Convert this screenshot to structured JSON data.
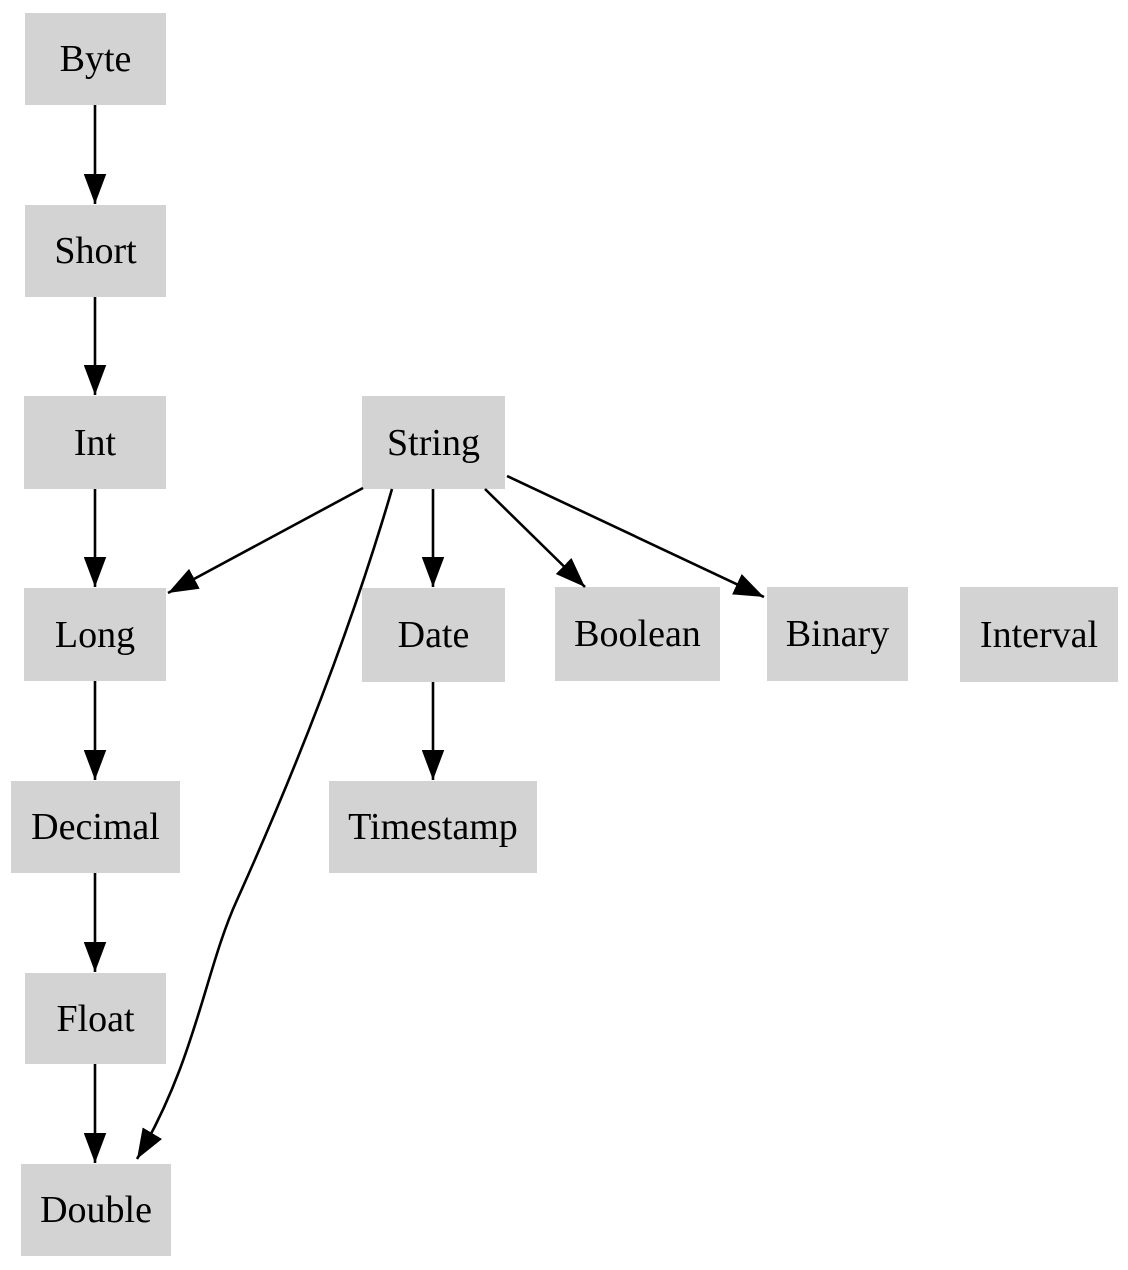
{
  "diagram": {
    "type": "directed-graph",
    "background_color": "#ffffff",
    "node_fill_color": "#d3d3d3",
    "edge_color": "#000000",
    "text_color": "#000000",
    "nodes": [
      {
        "id": "byte",
        "label": "Byte"
      },
      {
        "id": "short",
        "label": "Short"
      },
      {
        "id": "int",
        "label": "Int"
      },
      {
        "id": "long",
        "label": "Long"
      },
      {
        "id": "decimal",
        "label": "Decimal"
      },
      {
        "id": "float",
        "label": "Float"
      },
      {
        "id": "double",
        "label": "Double"
      },
      {
        "id": "string",
        "label": "String"
      },
      {
        "id": "date",
        "label": "Date"
      },
      {
        "id": "timestamp",
        "label": "Timestamp"
      },
      {
        "id": "boolean",
        "label": "Boolean"
      },
      {
        "id": "binary",
        "label": "Binary"
      },
      {
        "id": "interval",
        "label": "Interval"
      }
    ],
    "edges": [
      {
        "from": "Byte",
        "to": "Short"
      },
      {
        "from": "Short",
        "to": "Int"
      },
      {
        "from": "Int",
        "to": "Long"
      },
      {
        "from": "Long",
        "to": "Decimal"
      },
      {
        "from": "Decimal",
        "to": "Float"
      },
      {
        "from": "Float",
        "to": "Double"
      },
      {
        "from": "String",
        "to": "Long"
      },
      {
        "from": "String",
        "to": "Date"
      },
      {
        "from": "String",
        "to": "Boolean"
      },
      {
        "from": "String",
        "to": "Binary"
      },
      {
        "from": "String",
        "to": "Double"
      },
      {
        "from": "Date",
        "to": "Timestamp"
      }
    ]
  }
}
